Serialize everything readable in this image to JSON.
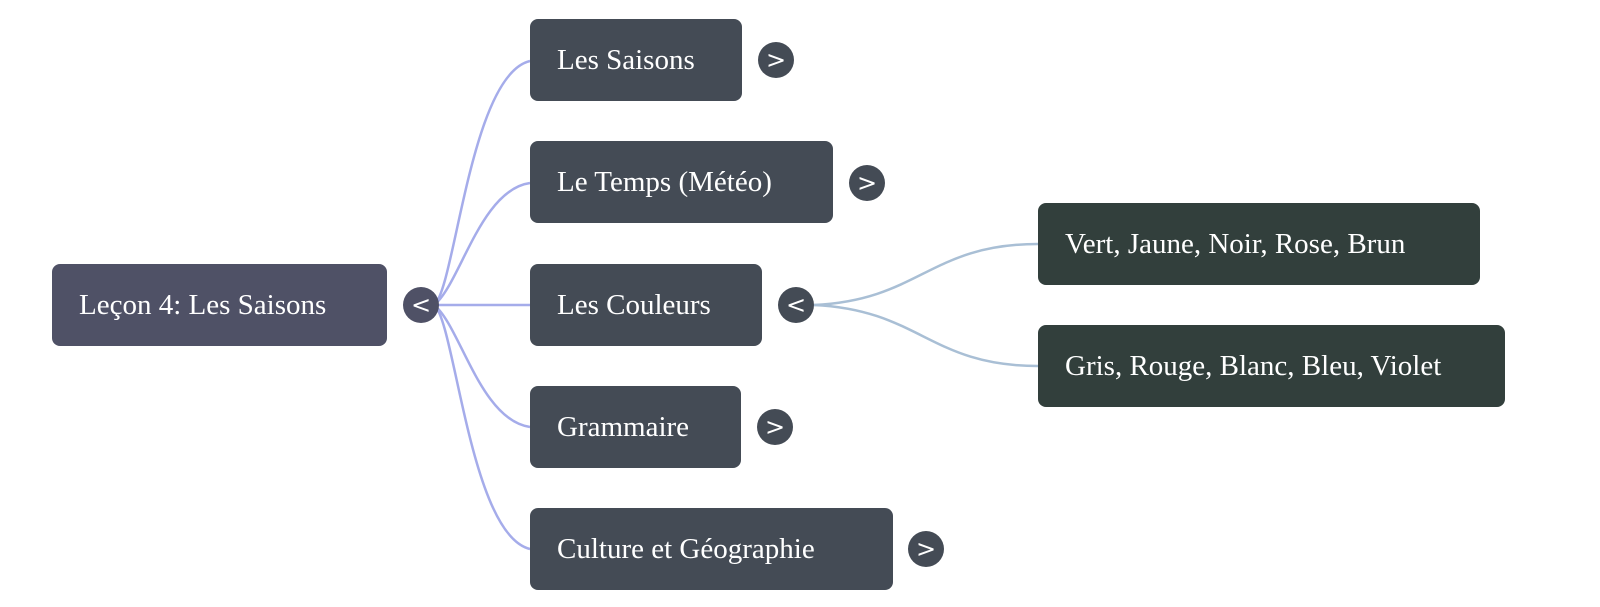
{
  "mindmap": {
    "root": {
      "label": "Leçon 4: Les Saisons",
      "toggle": "<"
    },
    "branches": [
      {
        "label": "Les Saisons",
        "toggle": ">"
      },
      {
        "label": "Le Temps (Météo)",
        "toggle": ">"
      },
      {
        "label": "Les Couleurs",
        "toggle": "<"
      },
      {
        "label": "Grammaire",
        "toggle": ">"
      },
      {
        "label": "Culture et Géographie",
        "toggle": ">"
      }
    ],
    "leaves": [
      {
        "label": "Vert, Jaune, Noir, Rose, Brun"
      },
      {
        "label": "Gris, Rouge, Blanc, Bleu, Violet"
      }
    ]
  },
  "colors": {
    "root_node": "#4f5166",
    "branch_node": "#444b55",
    "leaf_node": "#323f3c",
    "root_connector": "#a5acea",
    "leaf_connector": "#a9bfd5",
    "text": "#ffffff"
  }
}
